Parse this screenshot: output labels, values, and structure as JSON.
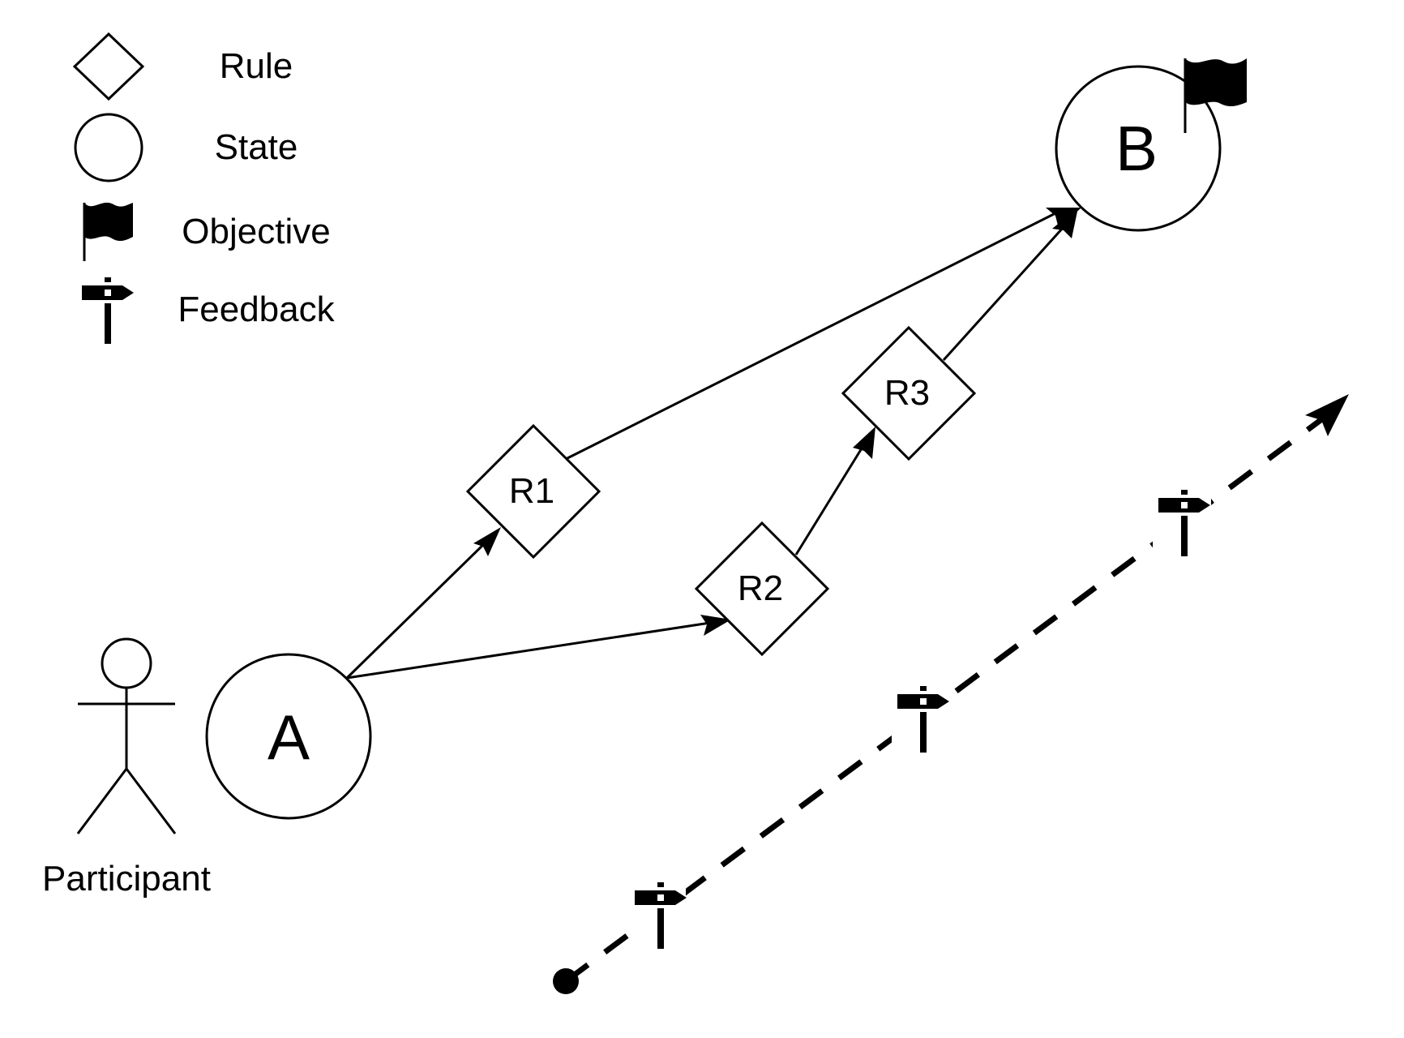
{
  "legend": {
    "rule": "Rule",
    "state": "State",
    "objective": "Objective",
    "feedback": "Feedback"
  },
  "actor": {
    "label": "Participant"
  },
  "states": {
    "a": "A",
    "b": "B"
  },
  "rules": {
    "r1": "R1",
    "r2": "R2",
    "r3": "R3"
  },
  "colors": {
    "ink": "#000000",
    "background": "#ffffff"
  },
  "icons": {
    "rule": "diamond-icon",
    "state": "circle-icon",
    "objective": "flag-icon",
    "feedback": "signpost-icon"
  }
}
